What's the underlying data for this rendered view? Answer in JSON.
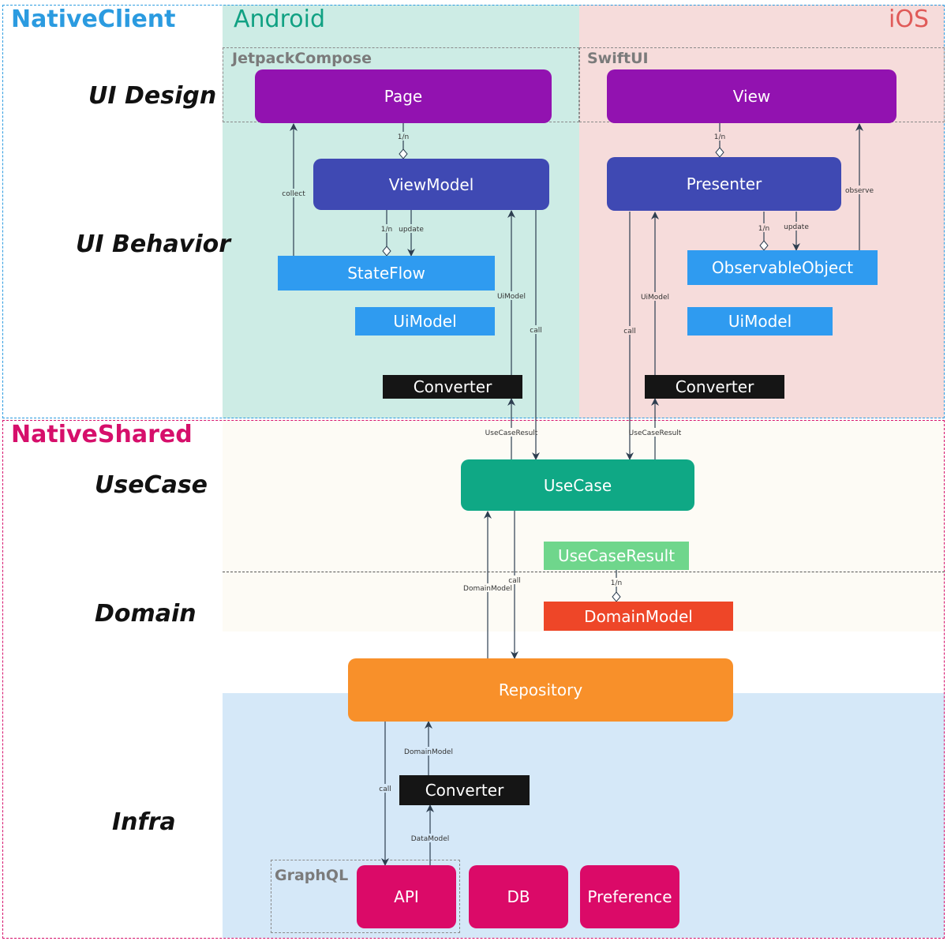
{
  "sections": {
    "native_client": "NativeClient",
    "native_shared": "NativeShared"
  },
  "platforms": {
    "android": "Android",
    "ios": "iOS"
  },
  "groups": {
    "jetpack": "JetpackCompose",
    "swiftui": "SwiftUI",
    "graphql": "GraphQL"
  },
  "layers": {
    "ui_design": "UI Design",
    "ui_behavior": "UI Behavior",
    "usecase": "UseCase",
    "domain": "Domain",
    "infra": "Infra"
  },
  "nodes": {
    "page": "Page",
    "view": "View",
    "viewmodel": "ViewModel",
    "presenter": "Presenter",
    "stateflow": "StateFlow",
    "observable_object": "ObservableObject",
    "android_uimodel": "UiModel",
    "ios_uimodel": "UiModel",
    "android_converter": "Converter",
    "ios_converter": "Converter",
    "usecase": "UseCase",
    "usecase_result": "UseCaseResult",
    "domain_model": "DomainModel",
    "repository": "Repository",
    "infra_converter": "Converter",
    "api": "API",
    "db": "DB",
    "preference": "Preference"
  },
  "edge_labels": {
    "android_page_vm": "1/n",
    "android_collect": "collect",
    "android_vm_stateflow": "1/n",
    "android_update": "update",
    "android_uimodel": "UiModel",
    "android_call": "call",
    "android_usecaseresult": "UseCaseResult",
    "ios_view_presenter": "1/n",
    "ios_observe": "observe",
    "ios_presenter_obs": "1/n",
    "ios_update": "update",
    "ios_uimodel": "UiModel",
    "ios_call": "call",
    "ios_usecaseresult": "UseCaseResult",
    "domain_model_up": "DomainModel",
    "call_down": "call",
    "usecaseresult_domain": "1/n",
    "infra_domainmodel": "DomainModel",
    "infra_call": "call",
    "infra_datamodel": "DataModel"
  },
  "colors": {
    "native_client_title": "#2b9be0",
    "native_shared_title": "#d60f6b",
    "android_bg": "#cdece5",
    "ios_bg": "#f6dcdb",
    "shared_bg": "#fdfbf5",
    "infra_bg": "#d5e8f8",
    "purple": "#9212b0",
    "indigo": "#3f49b3",
    "blue": "#2f9bf0",
    "black": "#151515",
    "teal": "#0fa885",
    "light_green": "#6fd68c",
    "red": "#ee4628",
    "orange": "#f8902a",
    "magenta": "#db0a68",
    "android_title": "#11a183",
    "ios_title": "#e05a58"
  }
}
